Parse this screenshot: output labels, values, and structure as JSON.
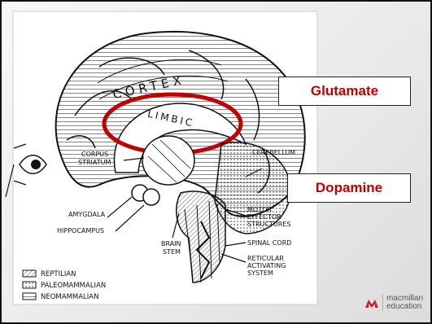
{
  "diagram": {
    "cortex_label": "CORTEX",
    "limbic_label": "LIMBIC",
    "labels": {
      "corpus_striatum_1": "CORPUS",
      "corpus_striatum_2": "STRIATUM",
      "cerebellum": "CEREBELLUM",
      "amygdala": "AMYGDALA",
      "hippocampus": "HIPPOCAMPUS",
      "brain_stem_1": "BRAIN",
      "brain_stem_2": "STEM",
      "motor_1": "MOTOR",
      "motor_2": "EFFECTOR",
      "motor_3": "STRUCTURES",
      "spinal_cord": "SPINAL CORD",
      "reticular_1": "RETICULAR",
      "reticular_2": "ACTIVATING",
      "reticular_3": "SYSTEM"
    },
    "legend": [
      "REPTILIAN",
      "PALEOMAMMALIAN",
      "NEOMAMMALIAN"
    ],
    "highlight_color": "#c00000"
  },
  "callouts": {
    "glutamate": "Glutamate",
    "dopamine": "Dopamine"
  },
  "brand": {
    "line1": "macmillan",
    "line2": "education",
    "color": "#d81b2a"
  }
}
